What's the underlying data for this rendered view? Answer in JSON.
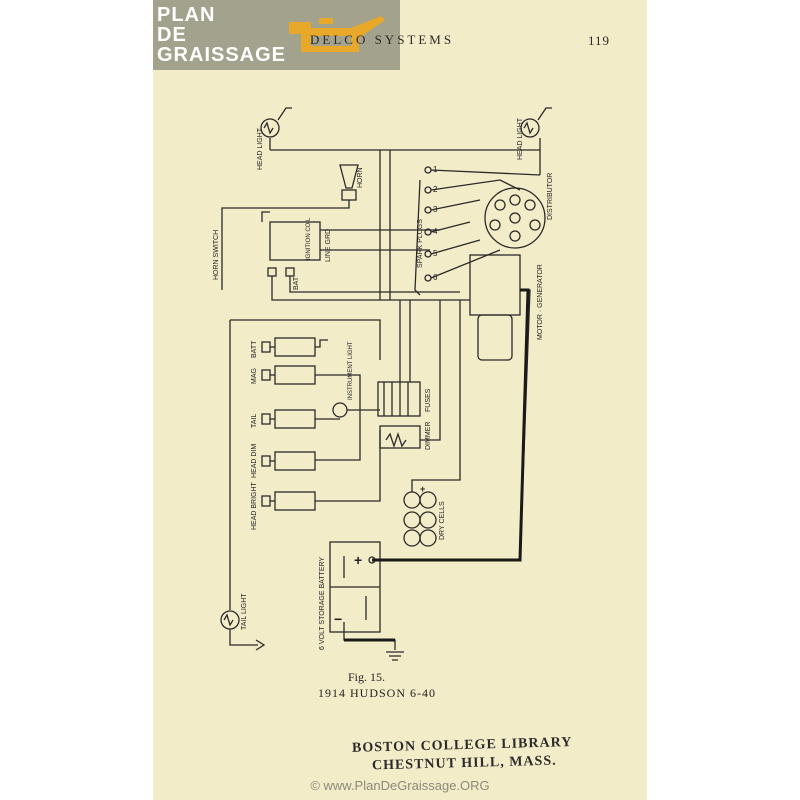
{
  "header": {
    "running_title": "DELCO SYSTEMS",
    "page_number": "119"
  },
  "logo": {
    "line1": "PLAN",
    "line2": "DE",
    "line3": "GRAISSAGE",
    "icon": "oil-can-icon"
  },
  "diagram": {
    "head_light_left": "HEAD LIGHT",
    "head_light_right": "HEAD LIGHT",
    "horn": "HORN",
    "horn_switch": "HORN SWITCH",
    "ignition_coil": "IGNITION COIL",
    "line_grd": "LINE GRD",
    "bat": "BAT",
    "spark_plugs": "SPARK PLUGS",
    "distributor": "DISTRIBUTOR",
    "motor_generator": "MOTOR · GENERATOR",
    "plug_numbers": [
      "1",
      "2",
      "3",
      "4",
      "5",
      "6"
    ],
    "switches": [
      "BATT",
      "MAG",
      "TAIL",
      "HEAD DIM",
      "HEAD BRIGHT"
    ],
    "instrument_light": "INSTRUMENT LIGHT",
    "fuses": "FUSES",
    "dimmer": "DIMMER",
    "dry_cells": "DRY CELLS",
    "battery": "6 VOLT STORAGE BATTERY",
    "tail_light": "TAIL LIGHT",
    "plus": "+",
    "minus": "−"
  },
  "caption": {
    "figure": "Fig. 15.",
    "title": "1914 HUDSON 6-40"
  },
  "stamp": {
    "line1": "BOSTON COLLEGE LIBRARY",
    "line2": "CHESTNUT HILL, MASS."
  },
  "footer": {
    "url": "© www.PlanDeGraissage.ORG"
  }
}
